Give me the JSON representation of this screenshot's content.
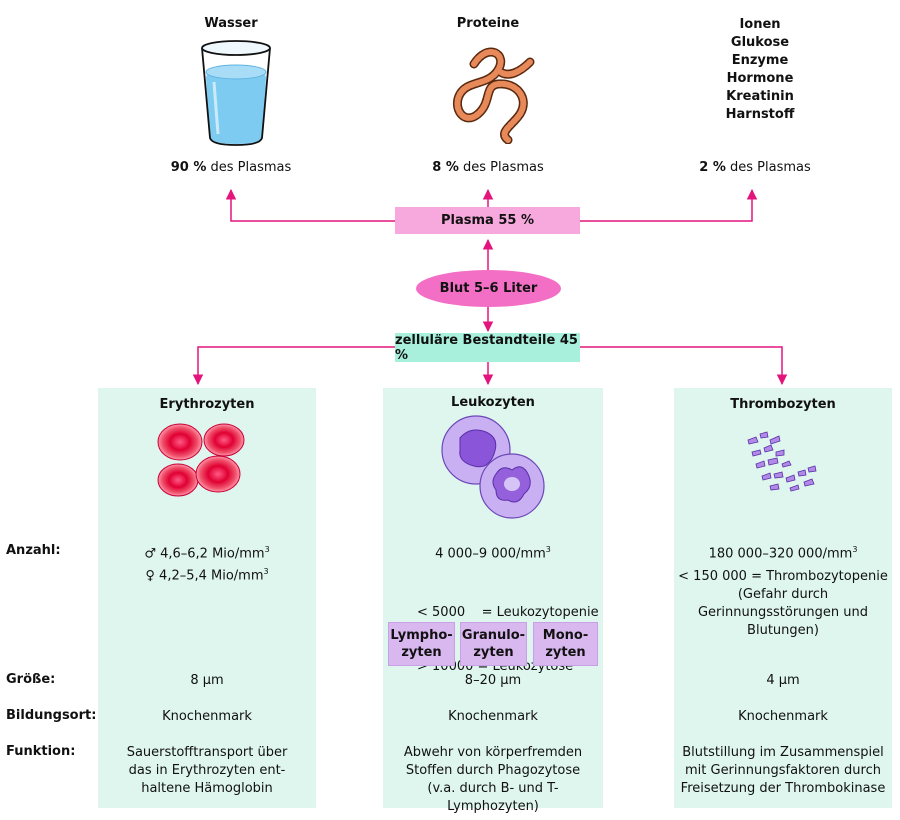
{
  "colors": {
    "arrow": "#e3157d",
    "plasma_box": "#f7a8dd",
    "blood_ellipse": "#f36fc6",
    "cell_box": "#a8f0dc",
    "panel": "#dff6ee",
    "sub_box": "#d9b8ef"
  },
  "top": {
    "wasser": {
      "title": "Wasser",
      "pct": "90 %",
      "suffix": "des Plasmas"
    },
    "proteine": {
      "title": "Proteine",
      "pct": "8 %",
      "suffix": "des Plasmas"
    },
    "ionen": {
      "lines": [
        "Ionen",
        "Glukose",
        "Enzyme",
        "Hormone",
        "Kreatinin",
        "Harnstoff"
      ],
      "pct": "2 %",
      "suffix": "des Plasmas"
    }
  },
  "plasma": "Plasma 55 %",
  "blut": "Blut 5–6 Liter",
  "zellulaer": "zelluläre Bestandteile 45 %",
  "row_labels": {
    "anzahl": "Anzahl:",
    "groesse": "Größe:",
    "bildungsort": "Bildungsort:",
    "funktion": "Funktion:"
  },
  "columns": {
    "ery": {
      "title": "Erythrozyten",
      "anzahl_m": "♂ 4,6–6,2 Mio/mm",
      "anzahl_f": "♀ 4,2–5,4 Mio/mm",
      "sup": "3",
      "groesse": "8 µm",
      "bildungsort": "Knochenmark",
      "funktion": [
        "Sauerstofftransport über",
        "das in Erythrozyten ent-",
        "haltene Hämoglobin"
      ]
    },
    "leuko": {
      "title": "Leukozyten",
      "anzahl": "4 000–9 000/mm",
      "sup": "3",
      "penie": "< 5000    = Leukozytopenie",
      "tose": "> 10000 = Leukozytose",
      "subtypes": [
        [
          "Lympho-",
          "zyten"
        ],
        [
          "Granulo-",
          "zyten"
        ],
        [
          "Mono-",
          "zyten"
        ]
      ],
      "groesse": "8–20 µm",
      "bildungsort": "Knochenmark",
      "funktion": [
        "Abwehr von körperfremden",
        "Stoffen durch Phagozytose",
        "(v.a. durch B- und T-Lymphozyten)"
      ]
    },
    "thrombo": {
      "title": "Thrombozyten",
      "anzahl": "180 000–320 000/mm",
      "sup": "3",
      "penie": [
        "< 150 000 = Thrombozytopenie",
        "(Gefahr durch",
        "Gerinnungsstörungen und",
        "Blutungen)"
      ],
      "groesse": "4 µm",
      "bildungsort": "Knochenmark",
      "funktion": [
        "Blutstillung im Zusammenspiel",
        "mit Gerinnungsfaktoren durch",
        "Freisetzung der Thrombokinase"
      ]
    }
  }
}
